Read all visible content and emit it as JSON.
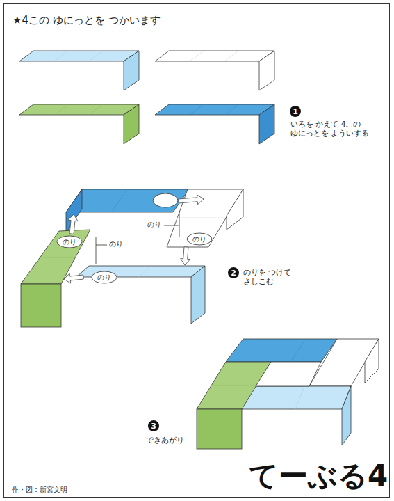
{
  "diagram": {
    "title": "てーぶる4",
    "nodes": [
      {
        "text": [
          "のり"
        ]
      },
      {
        "text": [
          "のり"
        ]
      },
      {
        "text": [
          "のり"
        ]
      }
    ],
    "labels": [
      "★4この ゆにっとを つかいます",
      "1",
      "いろを かえて 4この ゆにっとを よういする",
      "のり",
      "のり",
      "2",
      "のりを つけて さしこむ",
      "3",
      "できあがり",
      "作・図：新宮文明"
    ]
  }
}
